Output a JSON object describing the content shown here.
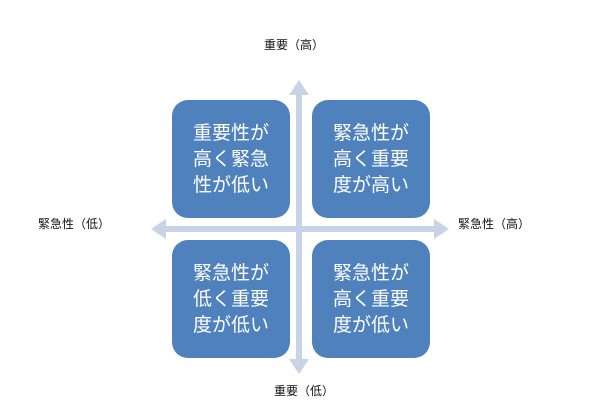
{
  "axis_labels": {
    "top": "重要（高）",
    "bottom": "重要（低）",
    "left": "緊急性（低）",
    "right": "緊急性（高）"
  },
  "quadrants": {
    "top_left": [
      "重要性が",
      "高く緊急",
      "性が低い"
    ],
    "top_right": [
      "緊急性が",
      "高く重要",
      "度が高い"
    ],
    "bottom_left": [
      "緊急性が",
      "低く重要",
      "度が低い"
    ],
    "bottom_right": [
      "緊急性が",
      "高く重要",
      "度が低い"
    ]
  },
  "colors": {
    "quadrant_fill": "#4f81bd",
    "quadrant_text": "#ffffff",
    "axis_arrow": "#c8d3e6"
  }
}
